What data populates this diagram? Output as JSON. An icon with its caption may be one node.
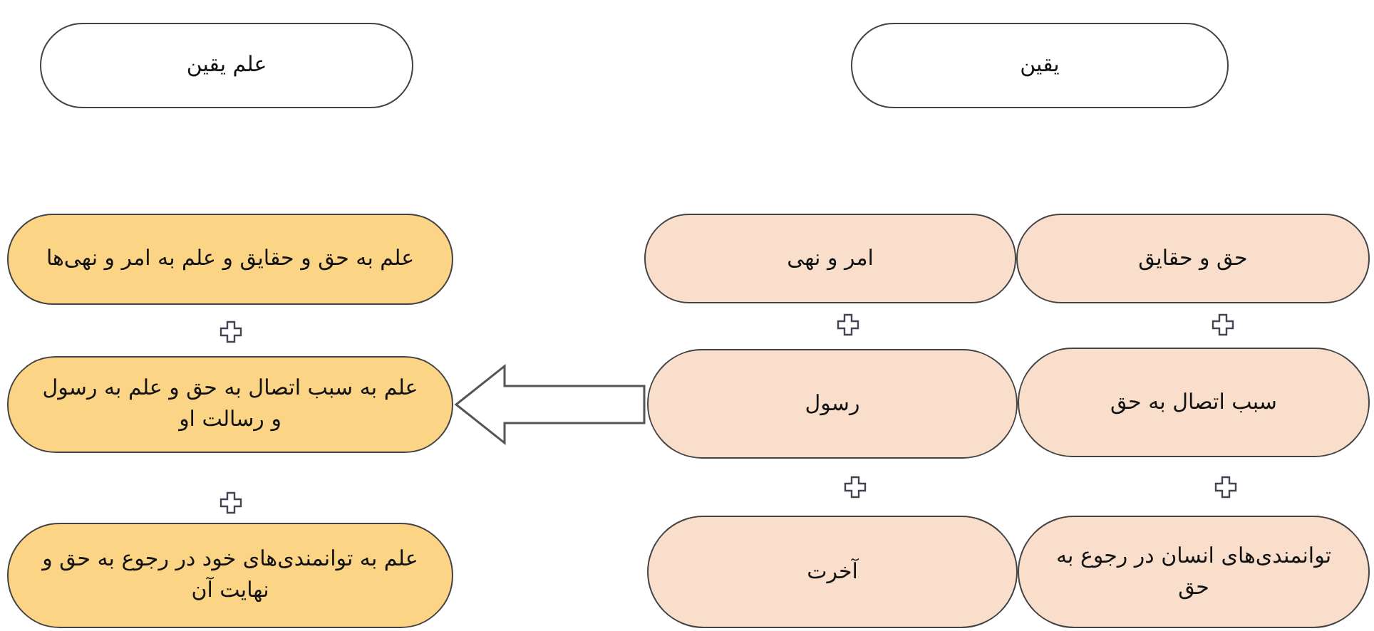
{
  "diagram": {
    "nodes": [
      {
        "text": [
          "یقین"
        ]
      },
      {
        "text": [
          "علم یقین"
        ]
      },
      {
        "text": [
          "حق و حقایق"
        ]
      },
      {
        "text": [
          "امر و نهی"
        ]
      },
      {
        "text": [
          "علم به حق و حقایق و علم به امر و نهی‌ها"
        ]
      },
      {
        "text": [
          "سبب اتصال به حق"
        ]
      },
      {
        "text": [
          "رسول"
        ]
      },
      {
        "text": [
          "علم به سبب اتصال به حق و علم به رسول و رسالت او"
        ]
      },
      {
        "text": [
          "توانمندی‌های انسان در رجوع به حق"
        ]
      },
      {
        "text": [
          "آخرت"
        ]
      },
      {
        "text": [
          "علم به توانمندی‌های خود در رجوع به حق و نهایت آن"
        ]
      }
    ],
    "edges": [
      {
        "from": 6,
        "to": 7,
        "arrow": "to"
      }
    ]
  }
}
